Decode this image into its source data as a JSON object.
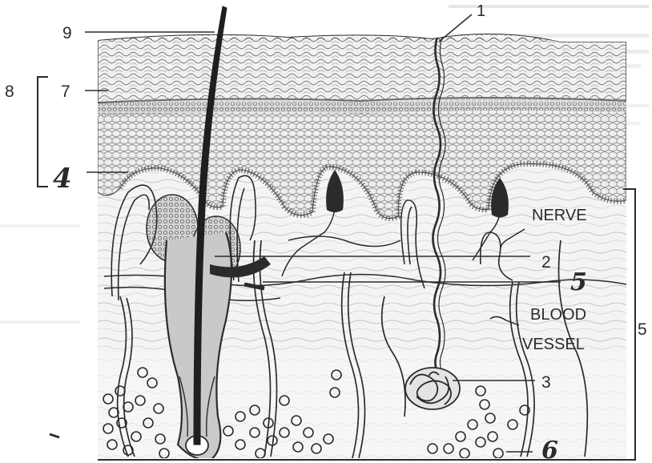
{
  "diagram": {
    "ink_color": "#2b2b2b",
    "background_color": "#ffffff",
    "ghost_text_color": "#c9c9c9",
    "labels": {
      "l1": "1",
      "l2": "2",
      "l3": "3",
      "l4": "4",
      "l5": "5",
      "l6": "6",
      "l7": "7",
      "l8": "8",
      "l9": "9",
      "l5_hand": "5",
      "nerve": "NERVE",
      "blood": "BLOOD",
      "vessel": "VESSEL"
    }
  }
}
